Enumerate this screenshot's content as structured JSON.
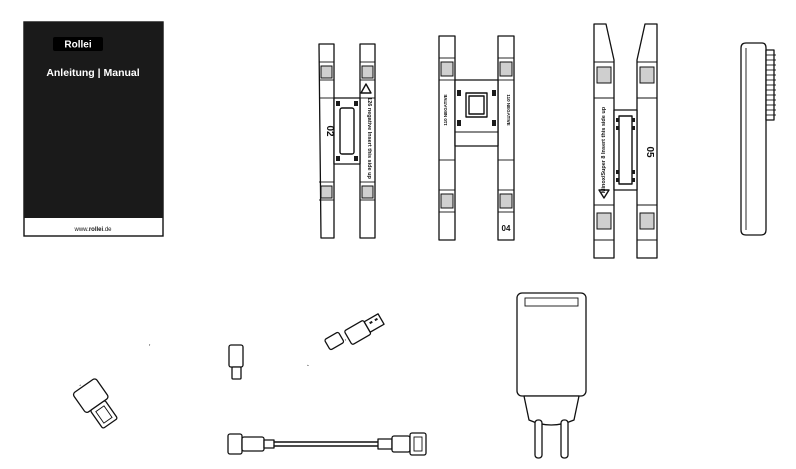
{
  "manual": {
    "brand": "Rollei",
    "title": "Anleitung | Manual",
    "url_prefix": "www.",
    "url_brand": "rollei",
    "url_suffix": ".de"
  },
  "holders": {
    "h02": {
      "number": "02",
      "text": "126 negative Insert this side up"
    },
    "h04": {
      "number": "04",
      "left_text": "110 NEGATIVE",
      "right_text": "110 NEGATIVE"
    },
    "h05": {
      "number": "05",
      "text": "Minox/Super 8 Insert this side up"
    }
  },
  "colors": {
    "line": "#111111",
    "fill": "#ffffff",
    "dark": "#1a1a1a"
  }
}
